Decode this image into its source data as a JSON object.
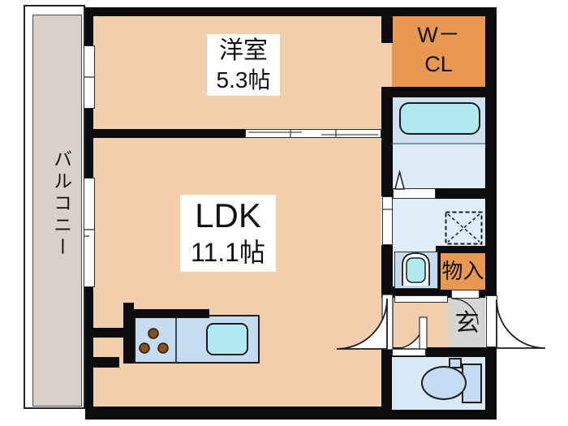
{
  "floorplan": {
    "balcony": {
      "label": "バルコニー"
    },
    "western_room": {
      "label": "洋室",
      "size": "5.3帖"
    },
    "ldk": {
      "label": "LDK",
      "size": "11.1帖"
    },
    "walk_in_closet": {
      "line1": "W－",
      "line2": "CL"
    },
    "storage": {
      "label": "物入"
    },
    "entrance": {
      "label": "玄"
    },
    "fixtures": [
      "bathtub",
      "washbasin",
      "washing-machine-pan",
      "toilet",
      "kitchen-counter",
      "kitchen-sink",
      "stove-burners"
    ],
    "colors": {
      "room_peach": "#f2cfad",
      "closet_orange": "#e8994f",
      "bath_blue_dark": "#cfe0f1",
      "water_blue": "#dcebf8",
      "toilet_blue": "#d8e9f7",
      "fixture_cyan": "#aeeaf0",
      "counter_blue": "#c6ddf1",
      "genkan_gray": "#d6d5d3",
      "balcony_gray": "#d9d1c9",
      "wall_black": "#0b0b0b",
      "burner_brown": "#8a4e1f"
    }
  }
}
